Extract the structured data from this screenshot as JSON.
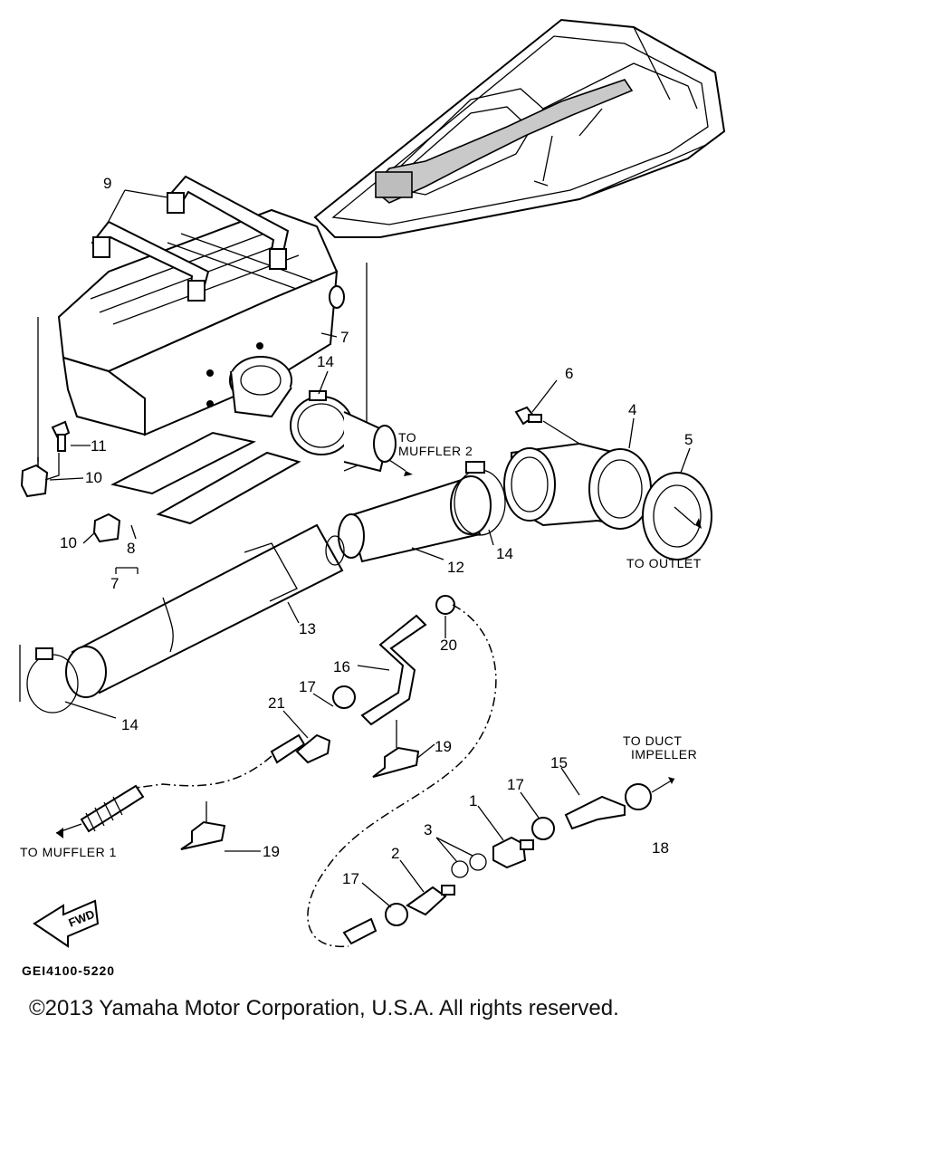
{
  "diagram_code": "GEI4100-5220",
  "copyright": "©2013 Yamaha Motor Corporation, U.S.A. All rights reserved.",
  "fwd_label": "FWD",
  "callouts": {
    "c1": "1",
    "c2": "2",
    "c3": "3",
    "c4": "4",
    "c5": "5",
    "c6": "6",
    "c7a": "7",
    "c7b": "7",
    "c8": "8",
    "c9": "9",
    "c10a": "10",
    "c10b": "10",
    "c11": "11",
    "c12": "12",
    "c13": "13",
    "c14a": "14",
    "c14b": "14",
    "c14c": "14",
    "c15": "15",
    "c16": "16",
    "c17a": "17",
    "c17b": "17",
    "c17c": "17",
    "c18": "18",
    "c19a": "19",
    "c19b": "19",
    "c20": "20",
    "c21": "21"
  },
  "destinations": {
    "muffler2_a": "TO",
    "muffler2_b": "MUFFLER 2",
    "outlet": "TO OUTLET",
    "duct_a": "TO DUCT",
    "duct_b": "IMPELLER",
    "muffler1": "TO MUFFLER 1"
  }
}
